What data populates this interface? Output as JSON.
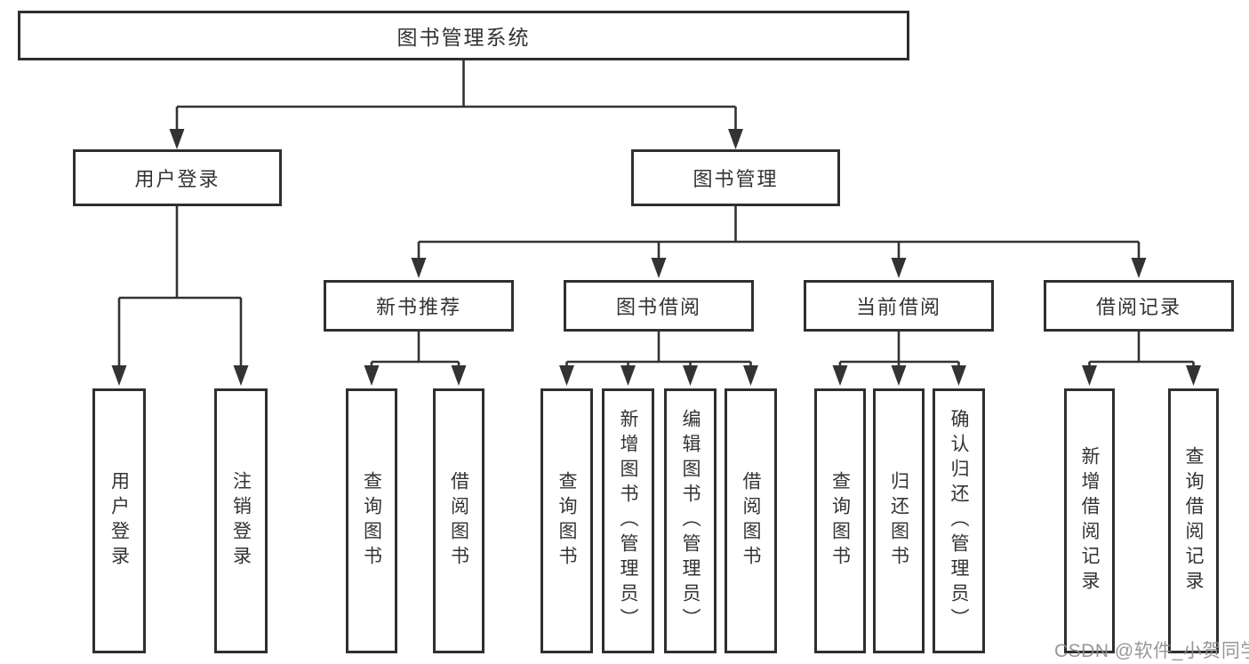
{
  "colors": {
    "line": "#333333",
    "box_border": "#2f2f2f",
    "box_background": "#ffffff",
    "text": "#333333",
    "watermark": "#8c8c8c"
  },
  "watermark": {
    "text": "CSDN @软件_小贺同学"
  },
  "tree": {
    "root": {
      "label": "图书管理系统",
      "children": [
        {
          "label": "用户登录",
          "children": [
            {
              "label": "用户登录"
            },
            {
              "label": "注销登录"
            }
          ]
        },
        {
          "label": "图书管理",
          "children": [
            {
              "label": "新书推荐",
              "children": [
                {
                  "label": "查询图书"
                },
                {
                  "label": "借阅图书"
                }
              ]
            },
            {
              "label": "图书借阅",
              "children": [
                {
                  "label": "查询图书"
                },
                {
                  "label": "新增图书（管理员）"
                },
                {
                  "label": "编辑图书（管理员）"
                },
                {
                  "label": "借阅图书"
                }
              ]
            },
            {
              "label": "当前借阅",
              "children": [
                {
                  "label": "查询图书"
                },
                {
                  "label": "归还图书"
                },
                {
                  "label": "确认归还（管理员）"
                }
              ]
            },
            {
              "label": "借阅记录",
              "children": [
                {
                  "label": "新增借阅记录"
                },
                {
                  "label": "查询借阅记录"
                }
              ]
            }
          ]
        }
      ]
    }
  }
}
